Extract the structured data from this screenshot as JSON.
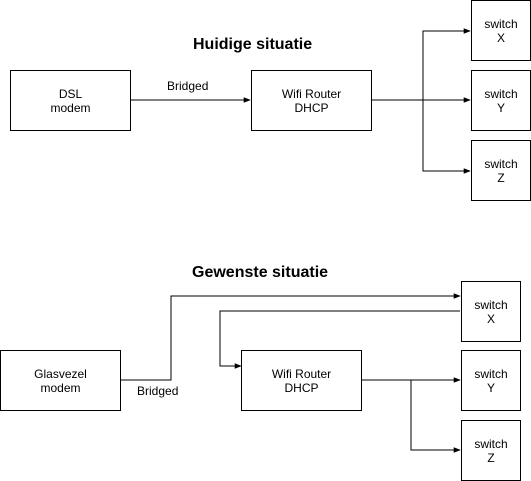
{
  "current": {
    "title": "Huidige situatie",
    "modem": {
      "line1": "DSL",
      "line2": "modem"
    },
    "link_label": "Bridged",
    "router": {
      "line1": "Wifi Router",
      "line2": "DHCP"
    },
    "switches": [
      {
        "line1": "switch",
        "line2": "X"
      },
      {
        "line1": "switch",
        "line2": "Y"
      },
      {
        "line1": "switch",
        "line2": "Z"
      }
    ]
  },
  "desired": {
    "title": "Gewenste situatie",
    "modem": {
      "line1": "Glasvezel",
      "line2": "modem"
    },
    "link_label": "Bridged",
    "router": {
      "line1": "Wifi Router",
      "line2": "DHCP"
    },
    "switches": [
      {
        "line1": "switch",
        "line2": "X"
      },
      {
        "line1": "switch",
        "line2": "Y"
      },
      {
        "line1": "switch",
        "line2": "Z"
      }
    ]
  }
}
